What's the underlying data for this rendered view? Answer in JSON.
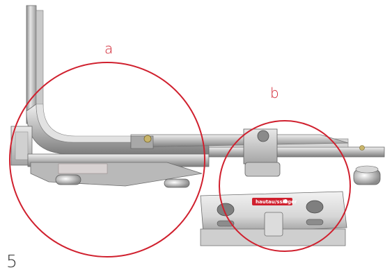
{
  "figure": {
    "number": "5",
    "callouts": [
      {
        "label": "a",
        "color": "#d0202e"
      },
      {
        "label": "b",
        "color": "#d0202e"
      }
    ],
    "brand_mark": "hautau/ssinger",
    "colors": {
      "background": "#ffffff",
      "circle": "#d0202e",
      "metal_light": "#d9d9d9",
      "metal_mid": "#b8b8b8",
      "metal_dark": "#7a7a7a",
      "brass": "#c8b46a"
    }
  }
}
